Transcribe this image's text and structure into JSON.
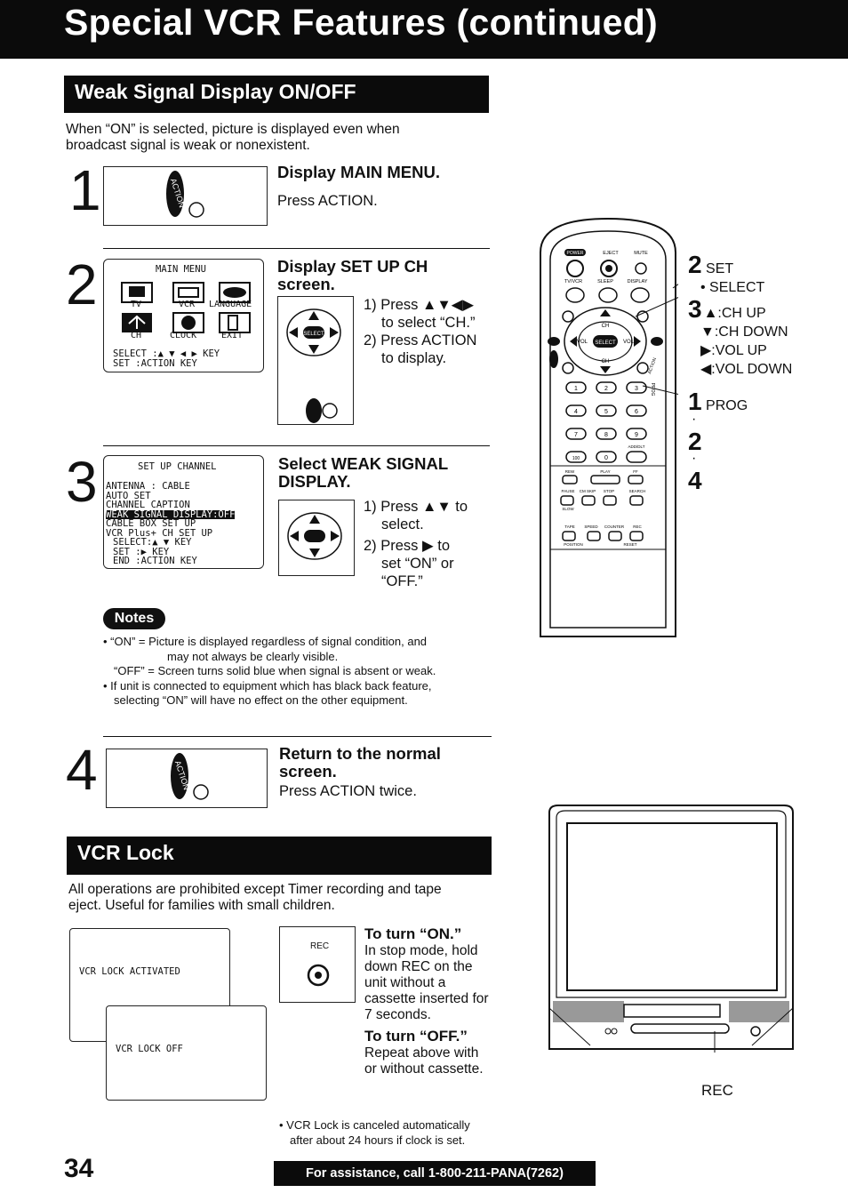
{
  "header": {
    "title": "Special VCR Features (continued)"
  },
  "weak_signal": {
    "title": "Weak Signal Display ON/OFF",
    "intro": [
      "When “ON” is selected, picture is displayed even when",
      "broadcast signal is weak or nonexistent."
    ],
    "steps": [
      {
        "number": "1",
        "title": "Display MAIN MENU.",
        "text": "Press ACTION."
      },
      {
        "number": "2",
        "title_lines": [
          "Display SET UP CH",
          "screen."
        ],
        "items": [
          "1) Press ▲▼◀▶",
          "to select “CH.”",
          "2) Press ACTION",
          "to display."
        ]
      },
      {
        "number": "3",
        "title_lines": [
          "Select WEAK SIGNAL",
          "DISPLAY."
        ],
        "items": [
          "1) Press ▲▼  to",
          "select.",
          "2) Press ▶ to",
          "set “ON” or",
          "“OFF.”"
        ]
      },
      {
        "number": "4",
        "title_lines": [
          "Return to the normal",
          "screen."
        ],
        "text": "Press ACTION twice."
      }
    ],
    "main_menu": {
      "title": "MAIN MENU",
      "icons": [
        "TV",
        "VCR",
        "LANGUAGE",
        "CH",
        "CLOCK",
        "EXIT"
      ],
      "footer": [
        "SELECT :▲ ▼ ◀ ▶  KEY",
        "SET    :ACTION KEY"
      ]
    },
    "setup_menu": {
      "title": "SET UP CHANNEL",
      "lines": [
        "ANTENNA : CABLE",
        "AUTO SET",
        "CHANNEL CAPTION",
        "WEAK SIGNAL DISPLAY:OFF",
        "CABLE BOX SET UP",
        "VCR Plus+ CH SET UP",
        "SELECT:▲ ▼ KEY",
        "SET    :▶ KEY",
        "END    :ACTION KEY"
      ]
    },
    "action_label": "ACTION",
    "pad_labels": {
      "ch": "CH",
      "vol": "VOL",
      "select": "SELECT"
    }
  },
  "notes": {
    "label": "Notes",
    "items": [
      "• “ON”   = Picture is displayed regardless of signal condition, and",
      "may not always be clearly visible.",
      "“OFF” = Screen turns solid blue when signal is absent or weak.",
      "• If unit is connected to equipment which has black back feature,",
      "selecting “ON” will have no effect on the other equipment."
    ]
  },
  "remote_callouts": {
    "items": [
      {
        "big": "2",
        "text": "SET"
      },
      {
        "big": "",
        "text": "• SELECT"
      },
      {
        "big": "3",
        "text": "▲:CH UP"
      },
      {
        "big": "",
        "text": "▼:CH DOWN"
      },
      {
        "big": "",
        "text": "▶:VOL UP"
      },
      {
        "big": "",
        "text": "◀:VOL DOWN"
      },
      {
        "big": "1",
        "text": "PROG"
      },
      {
        "big": "2",
        "text": ""
      },
      {
        "big": "4",
        "text": ""
      }
    ],
    "remote_labels": [
      "POWER",
      "EJECT",
      "MUTE",
      "TV/VCR",
      "SLEEP",
      "DISPLAY",
      "REW",
      "PLAY",
      "FF",
      "PAUSE",
      "CM SKIP",
      "STOP",
      "SEARCH",
      "SLOW",
      "TAPE",
      "SPEED",
      "COUNTER",
      "REC",
      "POSITION",
      "RESET",
      "ADD/DLT",
      "100",
      "PROG",
      "ACTION"
    ],
    "remote_keys": [
      "1",
      "2",
      "3",
      "4",
      "5",
      "6",
      "7",
      "8",
      "9",
      "100",
      "0"
    ]
  },
  "vcr_lock": {
    "title": "VCR Lock",
    "intro": [
      "All operations are prohibited except Timer recording and tape",
      "eject. Useful for families with small children."
    ],
    "screen_on": "VCR LOCK ACTIVATED",
    "screen_off": "VCR LOCK OFF",
    "rec_button_label": "REC",
    "turn_on_title": "To turn “ON.”",
    "turn_on_text": [
      "In stop mode, hold",
      "down REC on the",
      "unit without a",
      "cassette inserted for",
      "7 seconds."
    ],
    "turn_off_title": "To turn “OFF.”",
    "turn_off_text": [
      "Repeat above with",
      "or without cassette."
    ],
    "note": [
      "• VCR Lock is canceled automatically",
      "after about 24 hours if clock is set."
    ],
    "tv_rec_label": "REC"
  },
  "footer": {
    "page": "34",
    "assist": "For assistance, call 1-800-211-PANA(7262)"
  }
}
